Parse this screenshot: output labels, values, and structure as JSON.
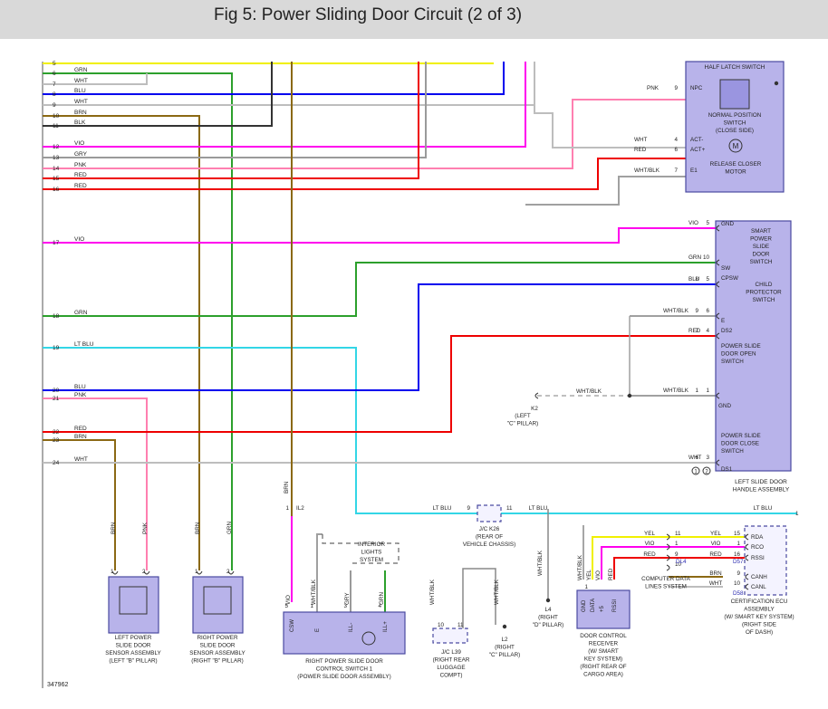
{
  "title": "Fig 5: Power Sliding Door Circuit (2 of 3)",
  "figure_id": "347962",
  "colors": {
    "WHT": "#bdbdbd",
    "GRN": "#2ca02c",
    "BLU": "#0000ee",
    "BRN": "#8b6914",
    "BLK": "#333333",
    "VIO": "#ff00ee",
    "GRY": "#9a9a9a",
    "PNK": "#ff7fb0",
    "RED": "#ee0000",
    "LTBLU": "#33d6e6",
    "YEL": "#f0f000",
    "WHTBLK": "#a0a0a0",
    "box_fill": "#b8b3ea",
    "box_stroke": "#4a4aa0"
  },
  "left_rows": [
    {
      "num": "5",
      "color": ""
    },
    {
      "num": "6",
      "color": "GRN"
    },
    {
      "num": "7",
      "color": "WHT"
    },
    {
      "num": "8",
      "color": "BLU"
    },
    {
      "num": "9",
      "color": "WHT"
    },
    {
      "num": "10",
      "color": "BRN"
    },
    {
      "num": "11",
      "color": "BLK"
    },
    {
      "num": "12",
      "color": "VIO"
    },
    {
      "num": "13",
      "color": "GRY"
    },
    {
      "num": "14",
      "color": "PNK"
    },
    {
      "num": "15",
      "color": "RED"
    },
    {
      "num": "16",
      "color": "RED"
    },
    {
      "num": "17",
      "color": "VIO"
    },
    {
      "num": "18",
      "color": "GRN"
    },
    {
      "num": "19",
      "color": "LT BLU"
    },
    {
      "num": "20",
      "color": "BLU"
    },
    {
      "num": "21",
      "color": "PNK"
    },
    {
      "num": "22",
      "color": "RED"
    },
    {
      "num": "23",
      "color": "BRN"
    },
    {
      "num": "24",
      "color": "WHT"
    }
  ],
  "half_latch": {
    "switch_label": "HALF LATCH SWITCH",
    "normal_position_switch": [
      "NORMAL POSITION",
      "SWITCH",
      "(CLOSE SIDE)"
    ],
    "release_closer_motor": [
      "RELEASE CLOSER",
      "MOTOR"
    ],
    "motor_symbol": "M",
    "pins": [
      {
        "wire": "PNK",
        "num": "9",
        "name": "NPC"
      },
      {
        "wire": "WHT",
        "num": "4",
        "name": "ACT-"
      },
      {
        "wire": "RED",
        "num": "6",
        "name": "ACT+"
      },
      {
        "wire": "WHT/BLK",
        "num": "7",
        "name": "E1"
      }
    ]
  },
  "handle_assembly": {
    "label": [
      "LEFT SLIDE DOOR",
      "HANDLE ASSEMBLY"
    ],
    "smart_switch": [
      "SMART",
      "POWER",
      "SLIDE",
      "DOOR",
      "SWITCH"
    ],
    "child_switch": [
      "CHILD",
      "PROTECTOR",
      "SWITCH"
    ],
    "open_switch": [
      "POWER SLIDE",
      "DOOR OPEN",
      "SWITCH"
    ],
    "close_switch": [
      "POWER SLIDE",
      "DOOR CLOSE",
      "SWITCH"
    ],
    "gnd_top": "GND",
    "gnd_mid": "GND",
    "sw": "SW",
    "cpsw": "CPSW",
    "e": "E",
    "ds2": "DS2",
    "ds1": "DS1",
    "pins": [
      {
        "wire": "VIO",
        "num": "5"
      },
      {
        "wire": "GRN",
        "num": "10"
      },
      {
        "wire": "BLU",
        "num": "8",
        "num2": "5"
      },
      {
        "wire": "WHT/BLK",
        "num": "9",
        "num2": "6"
      },
      {
        "wire": "RED",
        "num": "7",
        "num2": "4"
      },
      {
        "wire": "WHT/BLK",
        "num": "1",
        "num2": "1"
      },
      {
        "wire": "WHT",
        "num": "6",
        "num2": "3"
      }
    ],
    "circle1": "1",
    "circle2": "2"
  },
  "k2": {
    "wire": "WHT/BLK",
    "label": [
      "K2",
      "(LEFT",
      "\"C\" PILLAR)"
    ]
  },
  "jc_k26": {
    "label": [
      "J/C K26",
      "(REAR OF",
      "VEHICLE CHASSIS)"
    ],
    "pin_left": "9",
    "pin_right": "11",
    "wire_left": "LT BLU",
    "wire_right": "LT BLU",
    "wire_far": "LT BLU",
    "far_pin": "1"
  },
  "il2": {
    "pin": "1",
    "label": "IL2",
    "wire": "BRN"
  },
  "left_sensor": {
    "label": [
      "LEFT POWER",
      "SLIDE DOOR",
      "SENSOR ASSEMBLY",
      "(LEFT \"B\" PILLAR)"
    ],
    "wires": [
      "BRN",
      "PNK"
    ],
    "pins": [
      "1",
      "2"
    ]
  },
  "right_sensor": {
    "label": [
      "RIGHT POWER",
      "SLIDE DOOR",
      "SENSOR ASSEMBLY",
      "(RIGHT \"B\" PILLAR)"
    ],
    "wires": [
      "BRN",
      "GRN"
    ],
    "pins": [
      "1",
      "2"
    ]
  },
  "control_switch": {
    "label": [
      "RIGHT POWER SLIDE DOOR",
      "CONTROL SWITCH 1",
      "(POWER SLIDE DOOR ASSEMBLY)"
    ],
    "wires": [
      "VIO",
      "WHT/BLK",
      "GRY",
      "GRN"
    ],
    "pins": [
      "5",
      "1",
      "3",
      "4"
    ],
    "pin_names": [
      "CSW",
      "E",
      "ILL-",
      "ILL+"
    ],
    "interior_lights": [
      "INTERIOR",
      "LIGHTS",
      "SYSTEM"
    ]
  },
  "jc_l39": {
    "label": [
      "J/C L39",
      "(RIGHT REAR",
      "LUGGAGE",
      "COMPT)"
    ],
    "wire": "WHT/BLK",
    "pins": [
      "10",
      "11"
    ]
  },
  "l2": {
    "wire": "WHT/BLK",
    "label": [
      "L2",
      "(RIGHT",
      "\"C\" PILLAR)"
    ]
  },
  "l4": {
    "wire": "WHT/BLK",
    "label": [
      "L4",
      "(RIGHT",
      "\"D\" PILLAR)"
    ]
  },
  "receiver": {
    "label": [
      "DOOR CONTROL",
      "RECEIVER",
      "(W/ SMART",
      "KEY SYSTEM)",
      "(RIGHT REAR OF",
      "CARGO AREA)"
    ],
    "pin_names": [
      "GND",
      "DATA",
      "+5",
      "RSSI"
    ],
    "wires": [
      "WHT/BLK",
      "YEL",
      "VIO",
      "RED"
    ],
    "pins": [
      "1",
      "4",
      "5",
      "4"
    ],
    "right_pins": [
      {
        "wire": "YEL",
        "num": "11"
      },
      {
        "wire": "VIO",
        "num": "1"
      },
      {
        "wire": "RED",
        "num": "9"
      },
      {
        "wire": "",
        "num": "10"
      }
    ],
    "dl4": "DL4"
  },
  "computer_data": [
    "COMPUTER DATA",
    "LINES SYSTEM"
  ],
  "cert_ecu": {
    "label": [
      "CERTIFICATION ECU",
      "ASSEMBLY",
      "(W/ SMART KEY SYSTEM)",
      "(RIGHT SIDE",
      "OF DASH)"
    ],
    "pins": [
      {
        "wire": "YEL",
        "num": "15",
        "name": "RDA"
      },
      {
        "wire": "VIO",
        "num": "1",
        "name": "RCO"
      },
      {
        "wire": "RED",
        "num": "16",
        "name": "RSSI"
      },
      {
        "wire": "BRN",
        "num": "9",
        "name": "CANH"
      },
      {
        "wire": "WHT",
        "num": "10",
        "name": "CANL"
      }
    ],
    "d57": "D57",
    "d58": "D58"
  }
}
